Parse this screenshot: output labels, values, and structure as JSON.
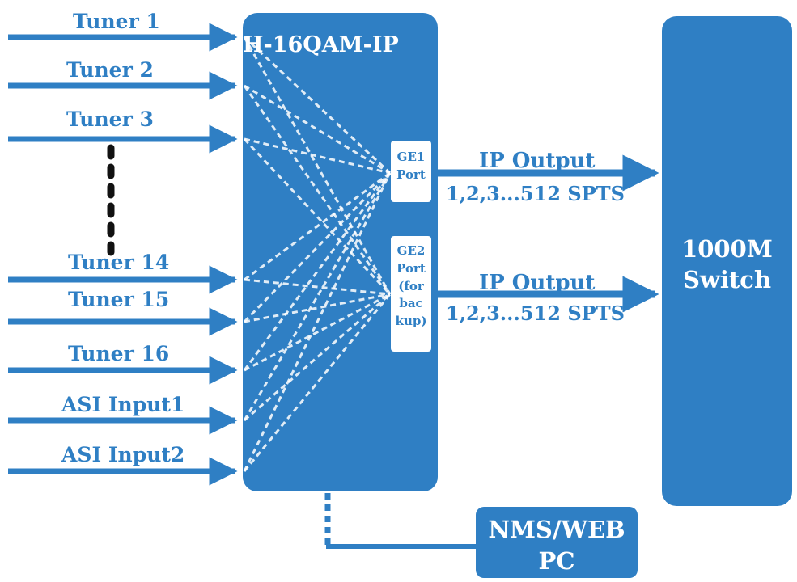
{
  "colors": {
    "primary": "#2f7fc4",
    "white": "#ffffff",
    "ellipsis": "#111111"
  },
  "device": {
    "title": "H-16QAM-IP"
  },
  "inputs": {
    "tuner1": "Tuner 1",
    "tuner2": "Tuner 2",
    "tuner3": "Tuner 3",
    "tuner14": "Tuner 14",
    "tuner15": "Tuner 15",
    "tuner16": "Tuner 16",
    "asi1": "ASI Input1",
    "asi2": "ASI Input2"
  },
  "ports": {
    "ge1_line1": "GE1",
    "ge1_line2": "Port",
    "ge2_line1": "GE2",
    "ge2_line2": "Port",
    "ge2_line3": "(for",
    "ge2_line4": "bac",
    "ge2_line5": "kup)"
  },
  "outputs": {
    "out1_title": "IP Output",
    "out1_detail": "1,2,3...512 SPTS",
    "out2_title": "IP Output",
    "out2_detail": "1,2,3...512 SPTS"
  },
  "switch": {
    "line1": "1000M",
    "line2": "Switch"
  },
  "nms": {
    "line1": "NMS/WEB",
    "line2": "PC"
  }
}
